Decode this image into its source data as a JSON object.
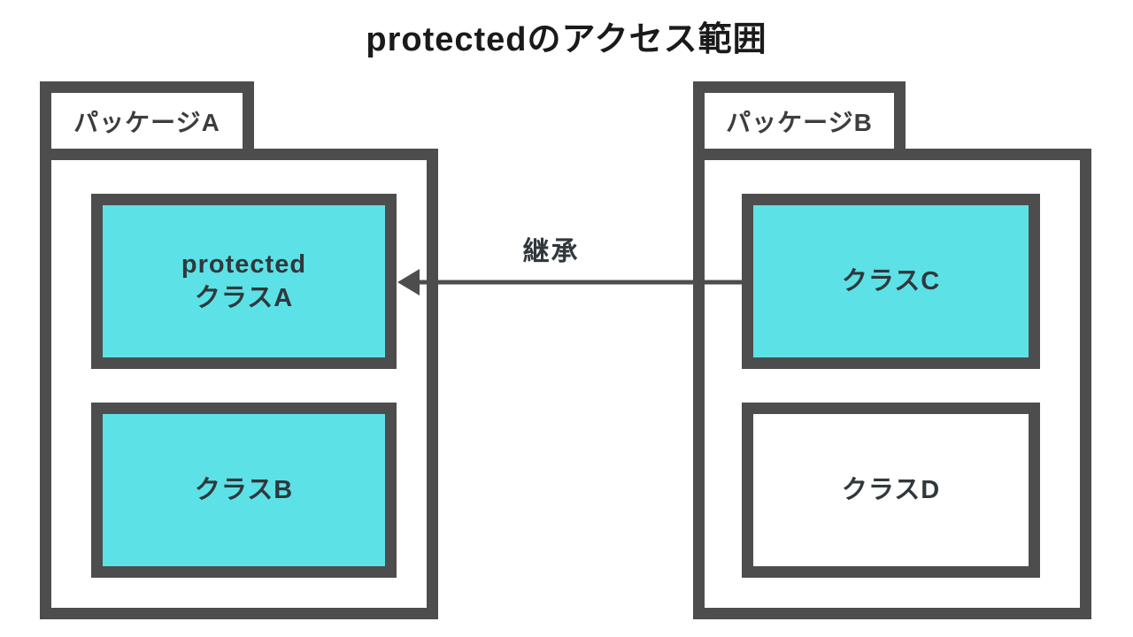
{
  "title": "protectedのアクセス範囲",
  "colors": {
    "background": "#ffffff",
    "border": "#4d4d4d",
    "class_fill": "#5ce1e6",
    "label_text": "#30383c",
    "tab_text": "#3d3d3d",
    "title_text": "#1a1a1a"
  },
  "packages": {
    "a": {
      "label": "パッケージA",
      "classes": {
        "a": {
          "line1": "protected",
          "line2": "クラスA"
        },
        "b": {
          "line1": "クラスB"
        }
      }
    },
    "b": {
      "label": "パッケージB",
      "classes": {
        "c": {
          "line1": "クラスC"
        },
        "d": {
          "line1": "クラスD"
        }
      }
    }
  },
  "arrow": {
    "label": "継承"
  }
}
